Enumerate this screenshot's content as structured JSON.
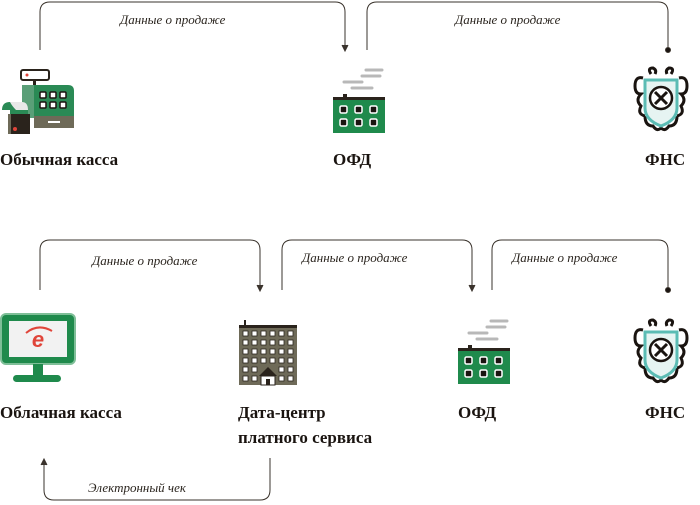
{
  "top_row": {
    "flows": [
      "Данные о продаже",
      "Данные о продаже"
    ],
    "nodes": [
      "Обычная касса",
      "ОФД",
      "ФНС"
    ]
  },
  "bottom_row": {
    "flows": [
      "Данные о продаже",
      "Данные о продаже",
      "Данные о продаже"
    ],
    "nodes": [
      "Облачная касса",
      "Дата-центр",
      "платного сервиса",
      "ОФД",
      "ФНС"
    ],
    "return_flow": "Электронный чек"
  },
  "colors": {
    "green": "#1f8a4c",
    "dark": "#2a231c",
    "olive": "#6e6a58",
    "teal": "#5bbcb4",
    "red": "#e0453a"
  }
}
